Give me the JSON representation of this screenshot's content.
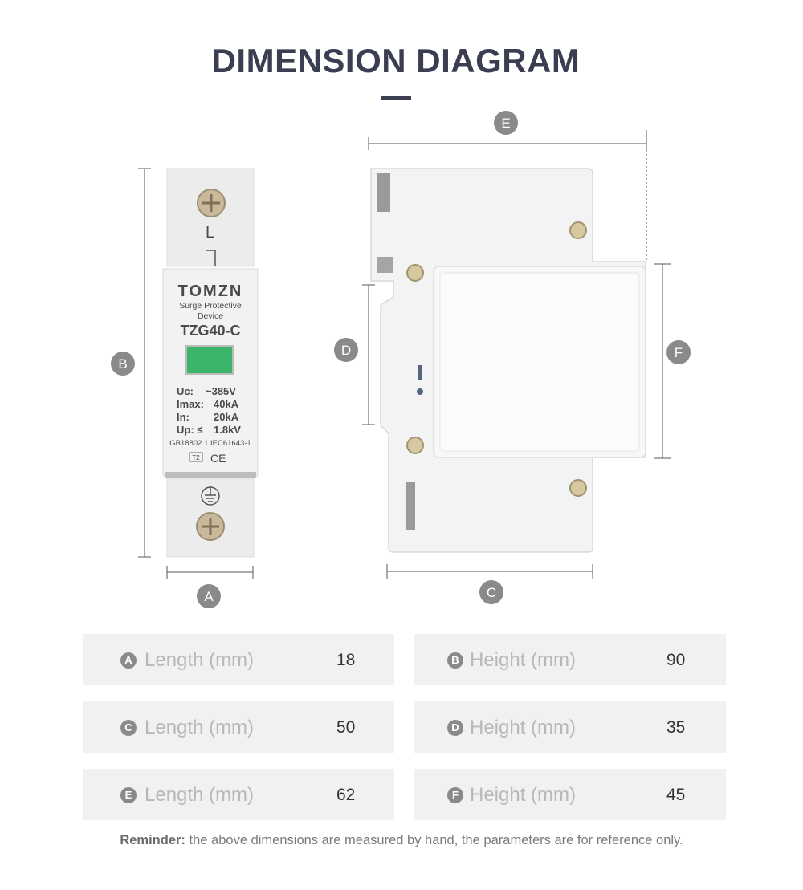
{
  "title": "DIMENSION DIAGRAM",
  "device": {
    "terminal_label": "L",
    "brand": "TOMZN",
    "type_line1": "Surge Protective",
    "type_line2": "Device",
    "model": "TZG40-C",
    "specs": [
      {
        "key": "Uc:",
        "value": "~385V"
      },
      {
        "key": "Imax:",
        "value": "40kA"
      },
      {
        "key": "In:",
        "value": "20kA"
      },
      {
        "key": "Up: ≤",
        "value": "1.8kV"
      }
    ],
    "standards": "GB18802.1 IEC61643-1",
    "class_mark": "T2",
    "ce_mark": "CE",
    "ground_symbol": "ground-icon",
    "window_color": "#3bb56a"
  },
  "markers": {
    "A": "A",
    "B": "B",
    "C": "C",
    "D": "D",
    "E": "E",
    "F": "F"
  },
  "dimensions": [
    {
      "letter": "A",
      "label": "Length (mm)",
      "value": "18"
    },
    {
      "letter": "B",
      "label": "Height (mm)",
      "value": "90"
    },
    {
      "letter": "C",
      "label": "Length (mm)",
      "value": "50"
    },
    {
      "letter": "D",
      "label": "Height (mm)",
      "value": "35"
    },
    {
      "letter": "E",
      "label": "Length (mm)",
      "value": "62"
    },
    {
      "letter": "F",
      "label": "Height (mm)",
      "value": "45"
    }
  ],
  "reminder": {
    "bold": "Reminder:",
    "text": " the above dimensions are measured by hand, the parameters are for reference only."
  },
  "colors": {
    "title": "#3a3e50",
    "marker": "#8a8a8a",
    "row_bg": "#f1f1f1"
  }
}
